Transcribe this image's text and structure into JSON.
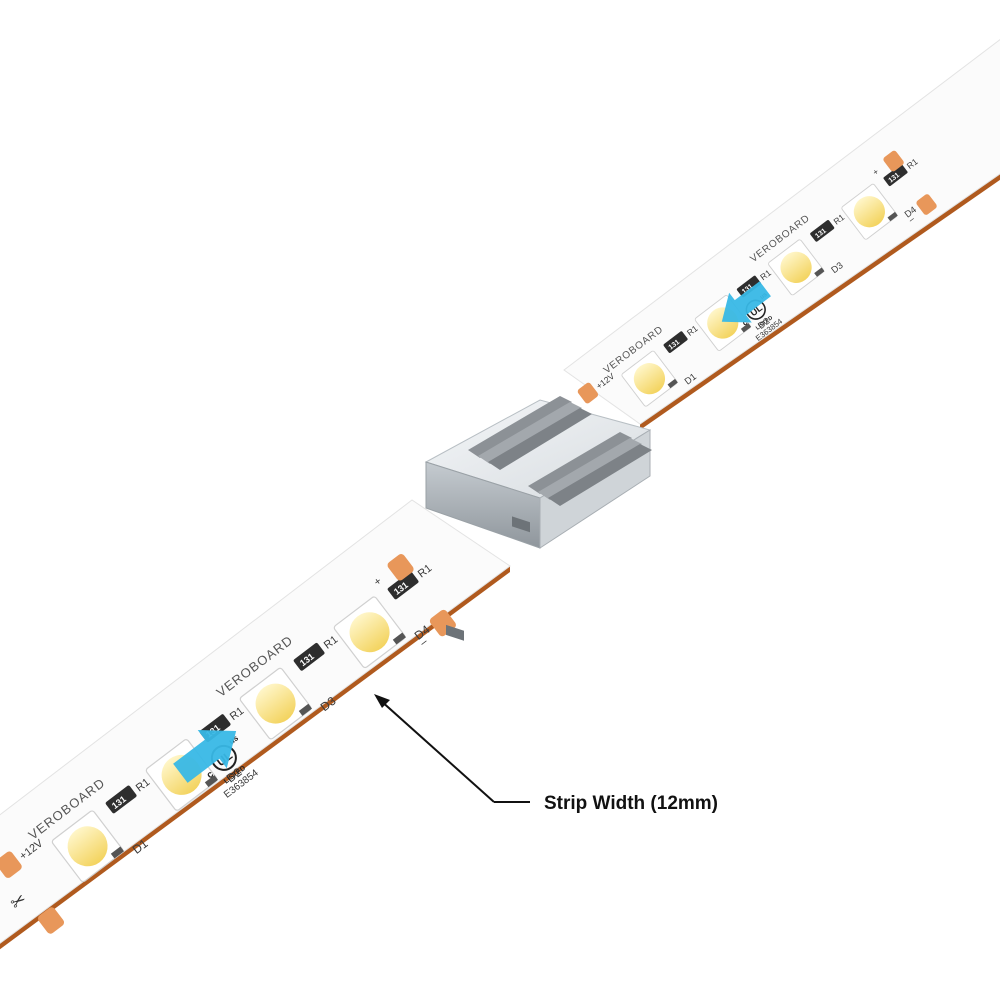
{
  "brand": "VEROBOARD",
  "voltage_label": "+12V",
  "plus_sign": "+",
  "minus_sign": "–",
  "resistor_code": "131",
  "resistor_label": "R1",
  "led_labels": [
    "D1",
    "D2",
    "D3",
    "D4"
  ],
  "ul_mark": {
    "letters": "UL",
    "c": "c",
    "us": "us",
    "listed": "LISTED",
    "file_number": "E363854"
  },
  "callout": {
    "label": "Strip Width (12mm)"
  },
  "colors": {
    "strip": "#fbfbfb",
    "strip_edge": "#b05a1e",
    "pad": "#e8975a",
    "led_core": "#f7dc6f",
    "resistor": "#2e2e2e",
    "arrow": "#38b8e6",
    "connector": "#e9ecef"
  }
}
